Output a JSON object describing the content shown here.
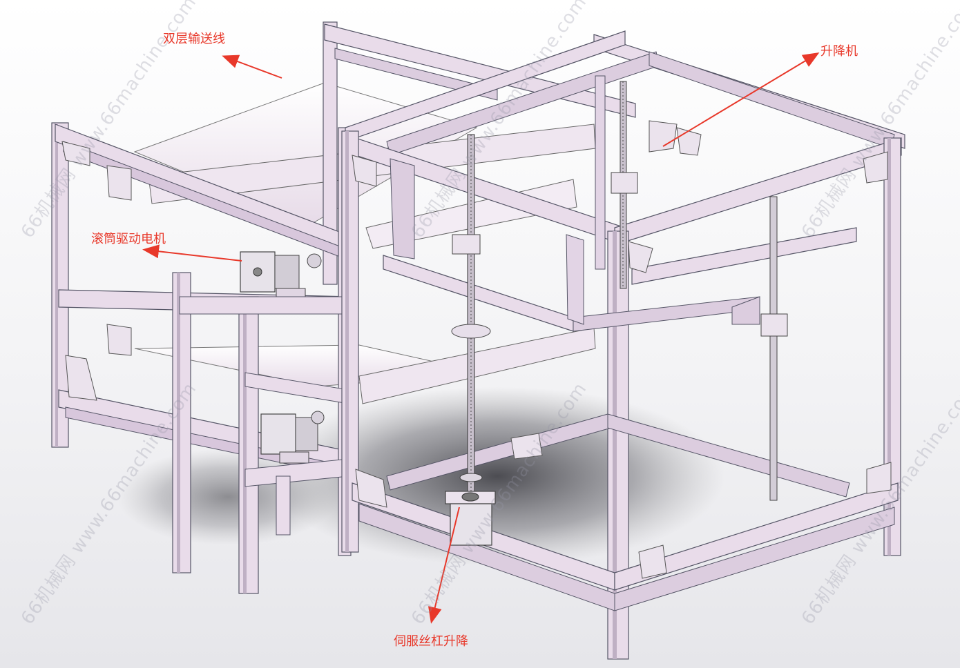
{
  "callouts": {
    "conveyor": "双层输送线",
    "lift": "升降机",
    "drum_motor": "滚筒驱动电机",
    "screw_lift": "伺服丝杠升降"
  },
  "watermark": {
    "text": "66机械网 www.66machine.com"
  },
  "colors": {
    "arrow": "#e8382a",
    "profile": "#e9dcea",
    "profile_edge": "#555566",
    "belt": "#f6f0f6"
  }
}
